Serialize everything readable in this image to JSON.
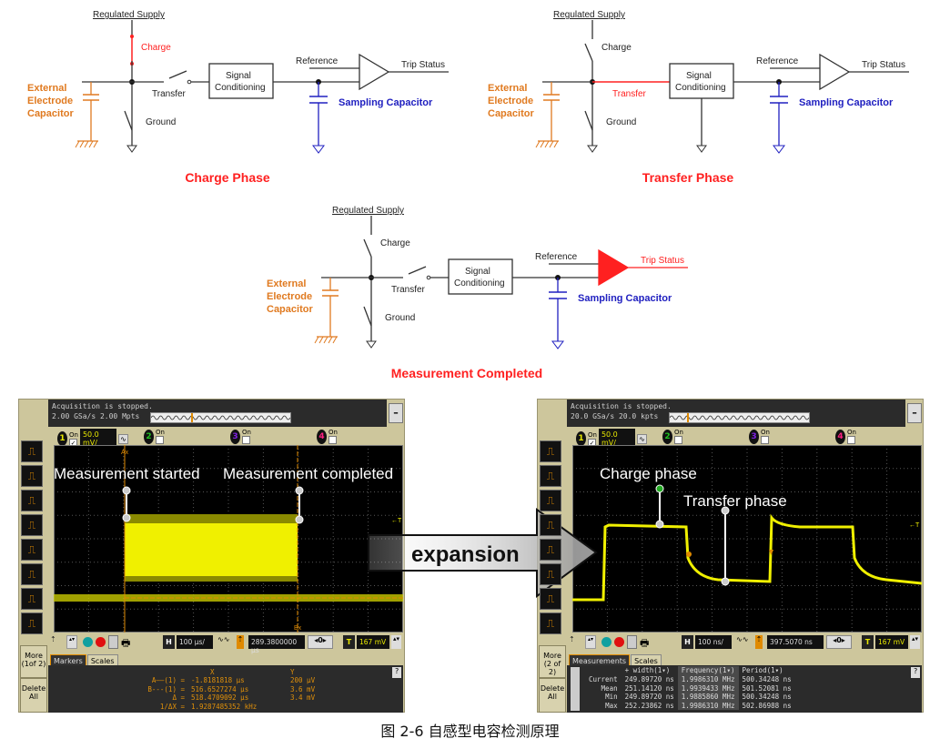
{
  "colors": {
    "supply_label": "#222222",
    "active": "#ff2020",
    "capacitor_ext": "#e07a20",
    "sampling": "#2020c0",
    "title": "#ff2020",
    "trace": "#f0f000",
    "marker": "#e08a00"
  },
  "circuits": [
    {
      "title": "Charge Phase",
      "active": "charge"
    },
    {
      "title": "Transfer Phase",
      "active": "transfer"
    },
    {
      "title": "Measurement Completed",
      "active": "trip"
    }
  ],
  "circuit_labels": {
    "supply": "Regulated Supply",
    "charge": "Charge",
    "transfer": "Transfer",
    "ground": "Ground",
    "signal_conditioning": [
      "Signal",
      "Conditioning"
    ],
    "reference": "Reference",
    "trip_status": "Trip Status",
    "sampling_capacitor": "Sampling Capacitor",
    "external_capacitor": [
      "External",
      "Electrode",
      "Capacitor"
    ]
  },
  "scope_left": {
    "status": "Acquisition is stopped.",
    "rate": "2.00 GSa/s   2.00 Mpts",
    "channels": [
      {
        "n": "1",
        "on": "On",
        "checked": true,
        "color": "#e8e800"
      },
      {
        "n": "2",
        "on": "On",
        "checked": false,
        "color": "#20c020"
      },
      {
        "n": "3",
        "on": "On",
        "checked": false,
        "color": "#8020e0"
      },
      {
        "n": "4",
        "on": "On",
        "checked": false,
        "color": "#ff2080"
      }
    ],
    "vdiv": "50.0 mV/",
    "hdiv": "100 µs/",
    "delay": "289.3800000 µs",
    "trigger": "167 mV",
    "zero": "0",
    "more": "More (1of 2)",
    "delete": "Delete All",
    "tabs": [
      "Markers",
      "Scales"
    ],
    "marker_a": "Ax",
    "marker_b": "Bx",
    "markers": {
      "header": [
        "X",
        "Y"
      ],
      "rows": [
        [
          "A——(1) =",
          "-1.8181818 µs",
          "200 µV"
        ],
        [
          "B---(1) =",
          "516.6527274 µs",
          "3.6 mV"
        ],
        [
          "Δ =",
          "518.4709092 µs",
          "3.4 mV"
        ],
        [
          "1/ΔX =",
          "1.9287485352 kHz",
          ""
        ]
      ]
    },
    "annotations": [
      "Measurement started",
      "Measurement completed"
    ]
  },
  "scope_right": {
    "status": "Acquisition is stopped.",
    "rate": "20.0 GSa/s   20.0 kpts",
    "channels": [
      {
        "n": "1",
        "on": "On",
        "checked": true,
        "color": "#e8e800"
      },
      {
        "n": "2",
        "on": "On",
        "checked": false,
        "color": "#20c020"
      },
      {
        "n": "3",
        "on": "On",
        "checked": false,
        "color": "#8020e0"
      },
      {
        "n": "4",
        "on": "On",
        "checked": false,
        "color": "#ff2080"
      }
    ],
    "vdiv": "50.0 mV/",
    "hdiv": "100 ns/",
    "delay": "397.5070 ns",
    "trigger": "167 mV",
    "zero": "0",
    "more": "More (2 of 2)",
    "delete": "Delete All",
    "tabs": [
      "Measurements",
      "Scales"
    ],
    "measurements": {
      "columns": [
        "",
        "+ width(1▾)",
        "Frequency(1▾)",
        "Period(1▾)"
      ],
      "rows": [
        [
          "Current",
          "249.89720 ns",
          "1.9986310 MHz",
          "500.34248 ns"
        ],
        [
          "Mean",
          "251.14120 ns",
          "1.9939433 MHz",
          "501.52081 ns"
        ],
        [
          "Min",
          "249.89720 ns",
          "1.9885860 MHz",
          "500.34248 ns"
        ],
        [
          "Max",
          "252.23862 ns",
          "1.9986310 MHz",
          "502.86988 ns"
        ]
      ]
    },
    "annotations": [
      "Charge phase",
      "Transfer phase"
    ]
  },
  "arrow_label": "expansion",
  "caption": "图 2-6 自感型电容检测原理"
}
